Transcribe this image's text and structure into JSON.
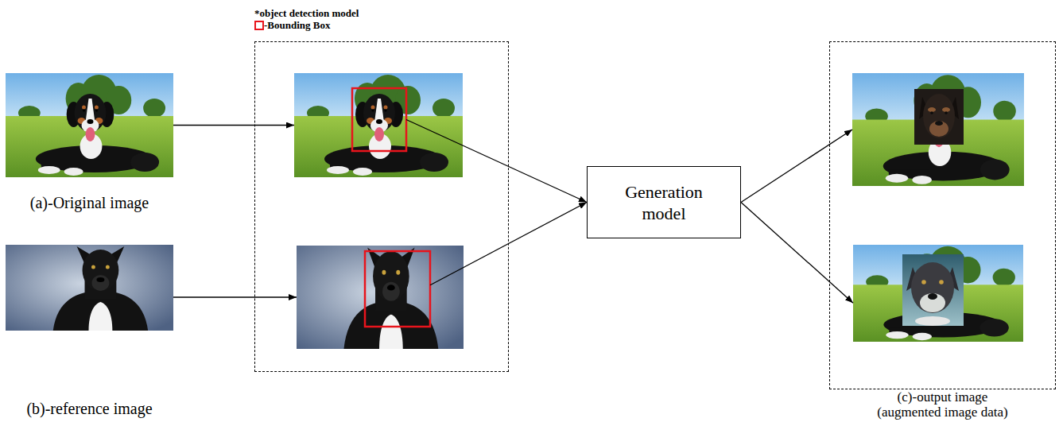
{
  "diagram": {
    "nodes": [
      {
        "text": [
          "(a)-Original image"
        ]
      },
      {
        "text": [
          "(b)-reference image"
        ]
      },
      {
        "text": [
          "*object detection model"
        ]
      },
      {
        "text": [
          "Generation model"
        ]
      },
      {
        "text": [
          "(c)-output image (augmented image data)"
        ]
      }
    ],
    "edges": [
      {
        "from": 0,
        "to": 2,
        "arrow": "to"
      },
      {
        "from": 1,
        "to": 2,
        "arrow": "to"
      },
      {
        "from": 2,
        "to": 3,
        "arrow": "to"
      },
      {
        "from": 2,
        "to": 3,
        "arrow": "to"
      },
      {
        "from": 3,
        "to": 4,
        "arrow": "to"
      },
      {
        "from": 3,
        "to": 4,
        "arrow": "to"
      }
    ],
    "legend": [
      {
        "text": "-Bounding Box",
        "color": "#e8141c"
      }
    ]
  }
}
